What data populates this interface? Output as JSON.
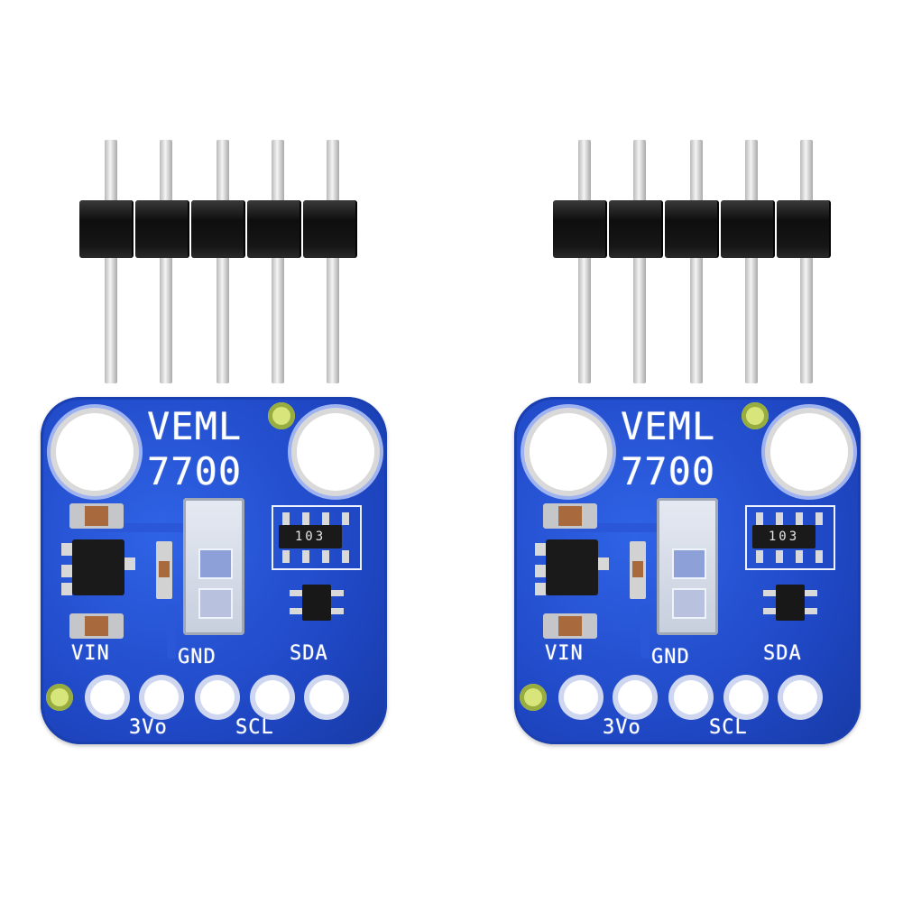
{
  "boards": [
    {
      "chip_line1": "VEML",
      "chip_line2": "7700",
      "resistor_code": "103",
      "pins_top": [
        "VIN",
        "GND",
        "SDA"
      ],
      "pins_bottom": [
        "3Vo",
        "SCL"
      ]
    },
    {
      "chip_line1": "VEML",
      "chip_line2": "7700",
      "resistor_code": "103",
      "pins_top": [
        "VIN",
        "GND",
        "SDA"
      ],
      "pins_bottom": [
        "3Vo",
        "SCL"
      ]
    }
  ],
  "colors": {
    "pcb": "#1f47c4",
    "silkscreen": "#ffffff",
    "header_plastic": "#111111",
    "pin_metal": "#d0d0d0"
  }
}
